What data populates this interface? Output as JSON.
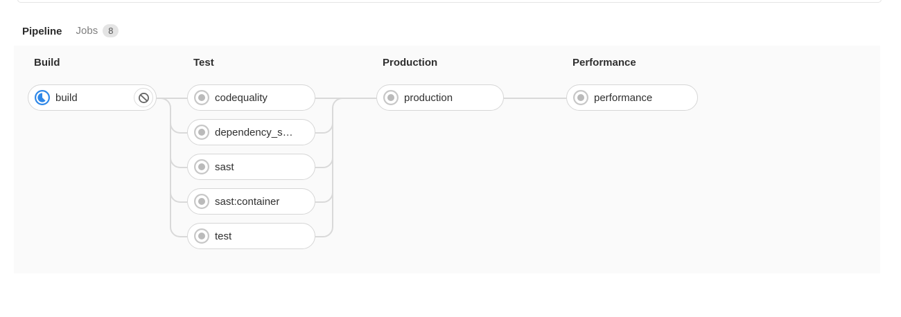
{
  "tabs": [
    {
      "label": "Pipeline",
      "active": true
    },
    {
      "label": "Jobs",
      "badge": "8",
      "active": false
    }
  ],
  "colors": {
    "active_tab_indicator": "#6666c4",
    "running_status_blue": "#2e87e8",
    "created_status_gray": "#bababa",
    "pill_border": "#d6d6d6",
    "connector_line": "#d9d9d9",
    "graph_background": "#fafafa"
  },
  "pipeline": {
    "stages": [
      {
        "title": "Build",
        "jobs": [
          {
            "name": "build",
            "status": "running",
            "action": "cancel"
          }
        ]
      },
      {
        "title": "Test",
        "jobs": [
          {
            "name": "codequality",
            "status": "created"
          },
          {
            "name": "dependency_s…",
            "status": "created"
          },
          {
            "name": "sast",
            "status": "created"
          },
          {
            "name": "sast:container",
            "status": "created"
          },
          {
            "name": "test",
            "status": "created"
          }
        ]
      },
      {
        "title": "Production",
        "jobs": [
          {
            "name": "production",
            "status": "created"
          }
        ]
      },
      {
        "title": "Performance",
        "jobs": [
          {
            "name": "performance",
            "status": "created"
          }
        ]
      }
    ]
  }
}
